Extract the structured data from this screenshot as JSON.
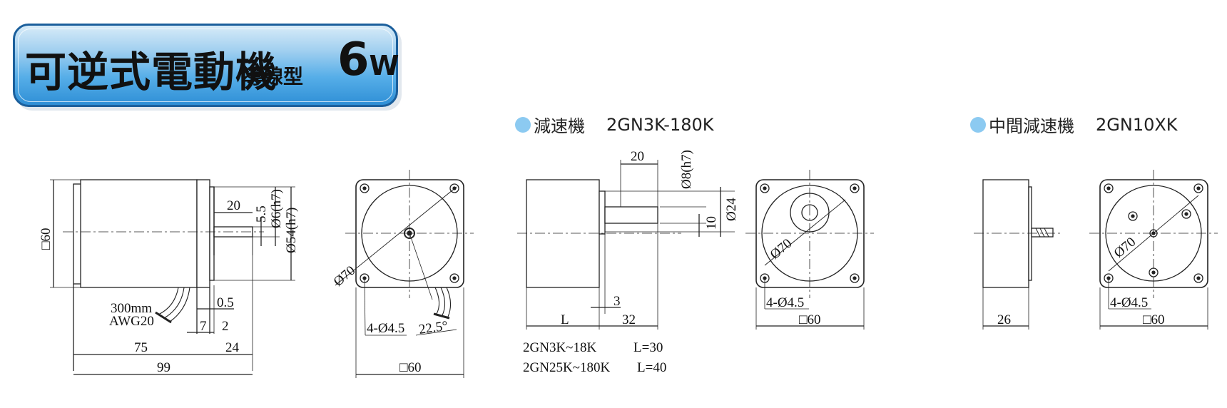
{
  "banner": {
    "title": "可逆式電動機",
    "subtitle": "導線型",
    "power_number": "6",
    "power_unit": "W"
  },
  "colors": {
    "banner_blue": "#3a9ae0",
    "banner_border": "#1b5f9c",
    "bullet": "#8ccaf1",
    "line": "#222222"
  },
  "gearhead_section": {
    "title": "減速機",
    "model": "2GN3K-180K"
  },
  "intermediate_section": {
    "title": "中間減速機",
    "model": "2GN10XK"
  },
  "motor_side": {
    "square": "□60",
    "dim_20": "20",
    "dim_5_5": "5.5",
    "shaft": "Ø6(h7)",
    "pilot": "Ø54(h7)",
    "lead_length": "300mm",
    "lead_gauge": "AWG20",
    "dim_0_5": "0.5",
    "dim_7": "7",
    "dim_2": "2",
    "dim_75": "75",
    "dim_24": "24",
    "dim_99": "99"
  },
  "motor_front": {
    "pcd": "Ø70",
    "holes": "4-Ø4.5",
    "angle": "22.5°",
    "square": "□60"
  },
  "gear_side": {
    "dim_20": "20",
    "shaft": "Ø8(h7)",
    "boss": "Ø24",
    "dim_10": "10",
    "dim_3": "3",
    "dim_L": "L",
    "dim_32": "32",
    "table": [
      {
        "model": "2GN3K~18K",
        "length": "L=30"
      },
      {
        "model": "2GN25K~180K",
        "length": "L=40"
      }
    ]
  },
  "gear_front": {
    "pcd": "Ø70",
    "holes": "4-Ø4.5",
    "square": "□60"
  },
  "inter_side": {
    "dim_26": "26"
  },
  "inter_front": {
    "pcd": "Ø70",
    "holes": "4-Ø4.5",
    "square": "□60"
  }
}
